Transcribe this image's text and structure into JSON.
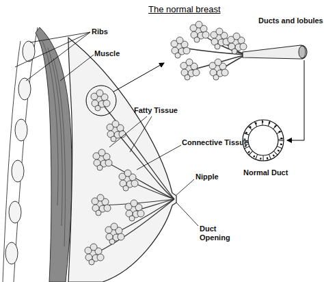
{
  "diagram": {
    "title": "The normal breast",
    "labels": [
      "Ribs",
      "Ducts and lobules",
      "Muscle",
      "Fatty Tissue",
      "Connective Tissue",
      "Nipple",
      "Normal Duct",
      "Duct Opening"
    ]
  }
}
